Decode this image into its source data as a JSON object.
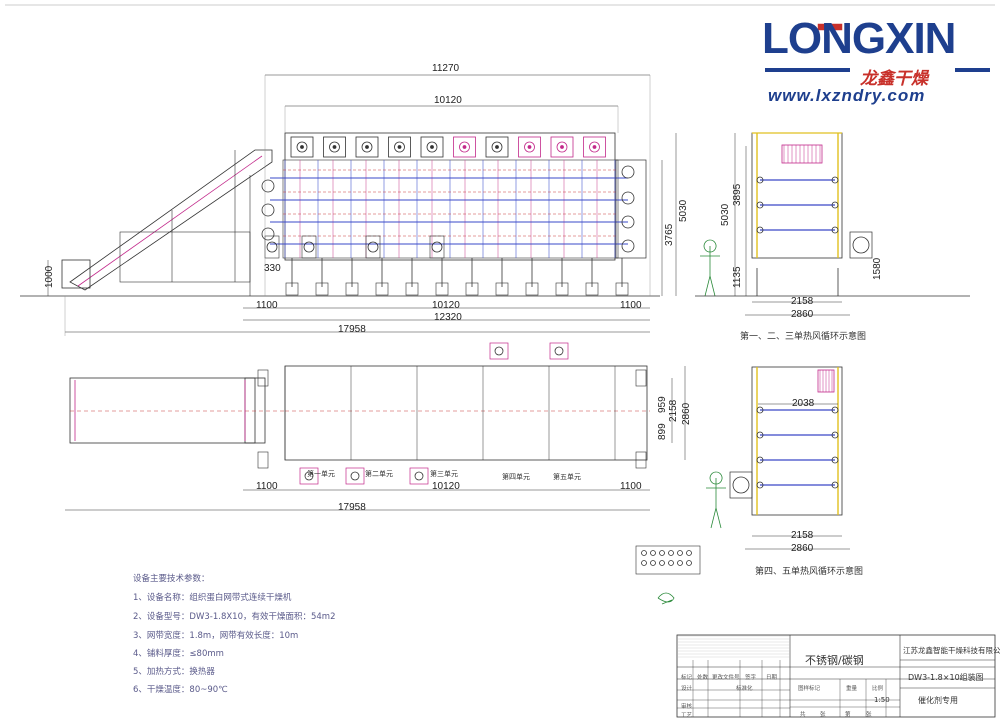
{
  "logo": {
    "brand": "LONGXIN",
    "cn_name": "龙鑫干燥",
    "url": "www.lxzndry.com"
  },
  "dimensions": {
    "top_overall": "11270",
    "top_inner": "10120",
    "h_total": "5030",
    "h_body": "3765",
    "h_feed": "1000",
    "feed_offset": "330",
    "bottom_left": "1100",
    "bottom_mid": "10120",
    "bottom_right": "1100",
    "bottom_total": "12320",
    "overall": "17958",
    "plan_left": "1100",
    "plan_mid": "10120",
    "plan_right": "1100",
    "plan_overall": "17958",
    "plan_w1": "2860",
    "plan_w2": "2158",
    "plan_w3": "959",
    "plan_w4": "899",
    "side1_h1": "5030",
    "side1_h2": "3895",
    "side1_h3": "1135",
    "side1_h4": "1580",
    "side1_w1": "2158",
    "side1_w2": "2860",
    "side2_w0": "2038",
    "side2_w1": "2158",
    "side2_w2": "2860"
  },
  "captions": {
    "side1": "第一、二、三单热风循环示意图",
    "side2": "第四、五单热风循环示意图"
  },
  "plan_labels": [
    "第一单元",
    "第二单元",
    "第三单元",
    "第四单元",
    "第五单元"
  ],
  "specs": {
    "title": "设备主要技术参数：",
    "items": [
      "1、设备名称：组织蛋白网带式连续干燥机",
      "2、设备型号：DW3-1.8X10，有效干燥面积：54m2",
      "3、网带宽度：1.8m，网带有效长度：10m",
      "4、铺料厚度：≤80mm",
      "5、加热方式：换热器",
      "6、干燥温度：80~90℃"
    ]
  },
  "title_block": {
    "material": "不锈钢/碳钢",
    "company": "江苏龙鑫智能干燥科技有限公司",
    "drawing_name": "DW3-1.8×10组装图",
    "project": "催化剂专用",
    "scale": "1:50",
    "row_labels": [
      "标记",
      "处数",
      "更改文件号",
      "签字",
      "日期"
    ],
    "left_labels": [
      "设计",
      "标准化",
      "审核",
      "工艺"
    ],
    "cells": [
      "图样标记",
      "重量",
      "比例",
      "共",
      "张",
      "第",
      "张"
    ]
  }
}
